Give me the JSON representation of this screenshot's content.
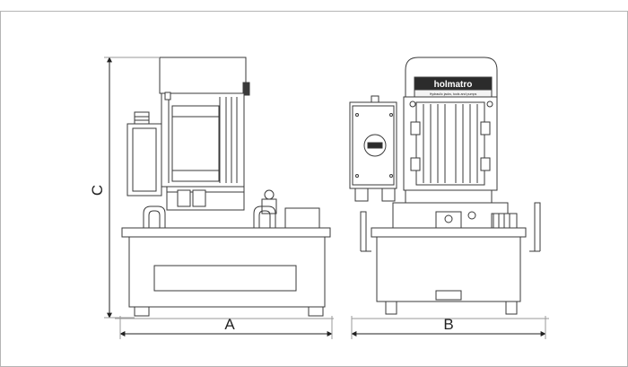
{
  "diagram": {
    "dimensions": {
      "width_label": "A",
      "depth_label": "B",
      "height_label": "C"
    },
    "brand": {
      "name": "holmatro",
      "tagline": "Hydraulic jacks, tools and pumps"
    },
    "colors": {
      "line": "#3a3a3a",
      "frame": "#b5b5b5",
      "motor_fill": "#f4f4f4",
      "brand_plate": "#2b2b2b"
    }
  }
}
